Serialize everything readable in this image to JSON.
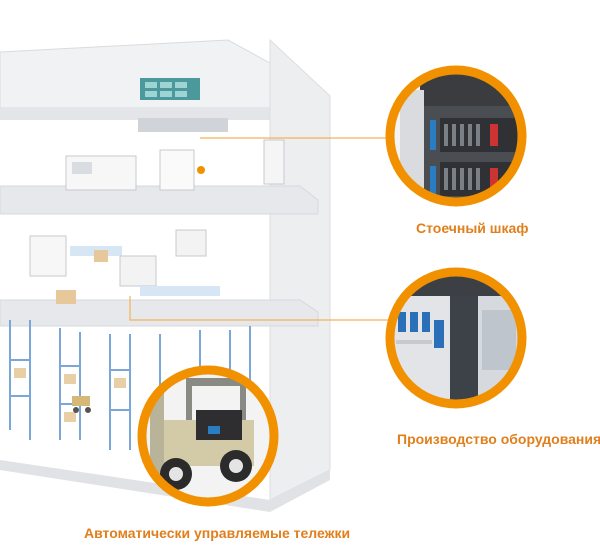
{
  "captions": {
    "rack_cabinet": "Стоечный шкаф",
    "equipment_production": "Производство оборудования",
    "agv": "Автоматически управляемые тележки"
  },
  "colors": {
    "accent": "#f29100",
    "caption_text": "#e07f1c",
    "connector_line": "#f2b25a",
    "shelf_blue": "#7ba7d8",
    "building_gray": "#e9eaec"
  },
  "icons": {
    "rack_cabinet": "server-rack-icon",
    "equipment_production": "industrial-switch-icon",
    "agv": "forklift-icon"
  }
}
